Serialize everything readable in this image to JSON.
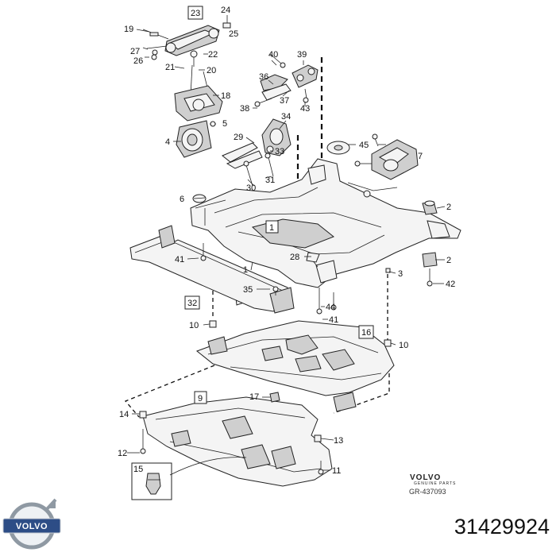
{
  "diagram": {
    "callouts": {
      "c1a": "1",
      "c1b": "1",
      "c2a": "2",
      "c2b": "2",
      "c3": "3",
      "c4": "4",
      "c5": "5",
      "c6": "6",
      "c7": "7",
      "c9": "9",
      "c10a": "10",
      "c10b": "10",
      "c11": "11",
      "c12": "12",
      "c13": "13",
      "c14": "14",
      "c15": "15",
      "c16": "16",
      "c17": "17",
      "c18": "18",
      "c19": "19",
      "c20": "20",
      "c21": "21",
      "c22": "22",
      "c23": "23",
      "c24": "24",
      "c25": "25",
      "c26": "26",
      "c27": "27",
      "c28": "28",
      "c29": "29",
      "c30": "30",
      "c31": "31",
      "c32": "32",
      "c33": "33",
      "c34": "34",
      "c35": "35",
      "c36": "36",
      "c37": "37",
      "c38": "38",
      "c39": "39",
      "c40": "40",
      "c41a": "41",
      "c41b": "41",
      "c42": "42",
      "c43": "43",
      "c44": "44",
      "c45": "45"
    },
    "brand_text": "VOLVO",
    "brand_subtext": "GENUINE PARTS",
    "reference": "GR-437093"
  },
  "logo": {
    "text": "VOLVO"
  },
  "part_number": "31429924"
}
